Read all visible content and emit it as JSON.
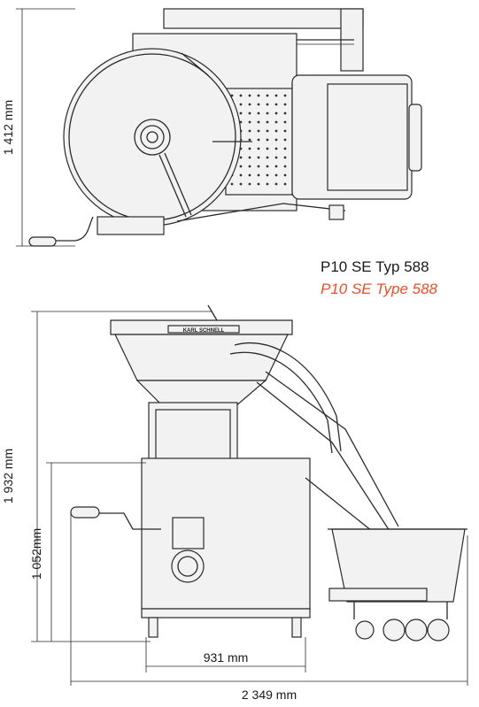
{
  "title": {
    "german": "P10 SE Typ 588",
    "english": "P10 SE Type 588",
    "english_color": "#e8512f"
  },
  "dimensions": {
    "top_height": "1 412 mm",
    "total_height": "1 932 mm",
    "machine_height": "1 052mm",
    "base_width": "931 mm",
    "total_width": "2 349 mm"
  },
  "brand_plate": "KARL SCHNELL"
}
